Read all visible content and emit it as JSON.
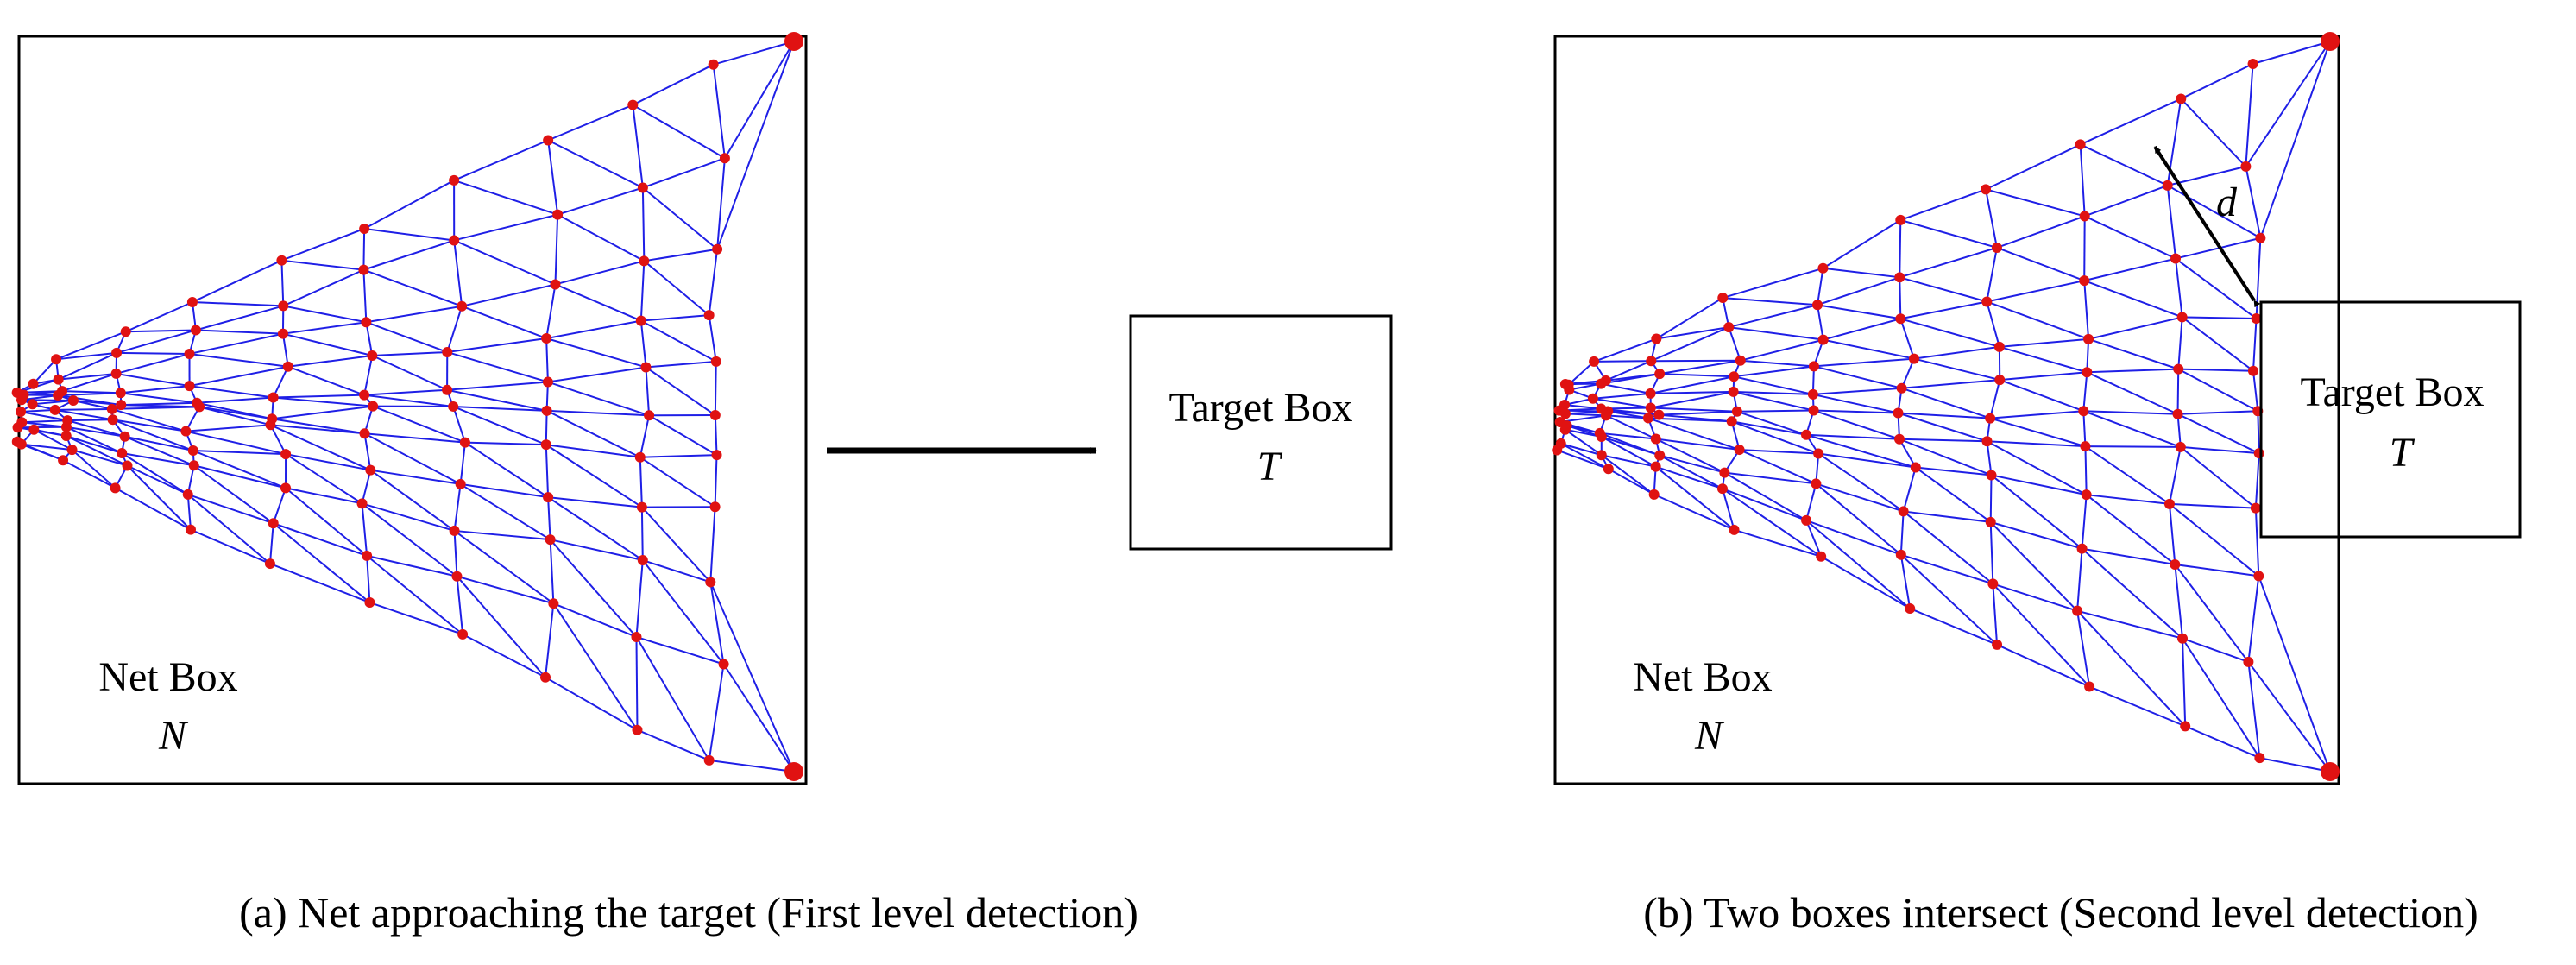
{
  "panels": [
    {
      "net_label": "Net Box",
      "net_symbol": "N",
      "target_label": "Target Box",
      "target_symbol": "T",
      "caption": "(a) Net approaching the target (First level detection)"
    },
    {
      "net_label": "Net Box",
      "net_symbol": "N",
      "target_label": "Target Box",
      "target_symbol": "T",
      "distance_symbol": "d",
      "caption": "(b) Two boxes intersect (Second level detection)"
    }
  ],
  "colors": {
    "mesh_line": "#1f1fe6",
    "mesh_node": "#e01212",
    "box_stroke": "#000000",
    "arrow": "#000000"
  }
}
